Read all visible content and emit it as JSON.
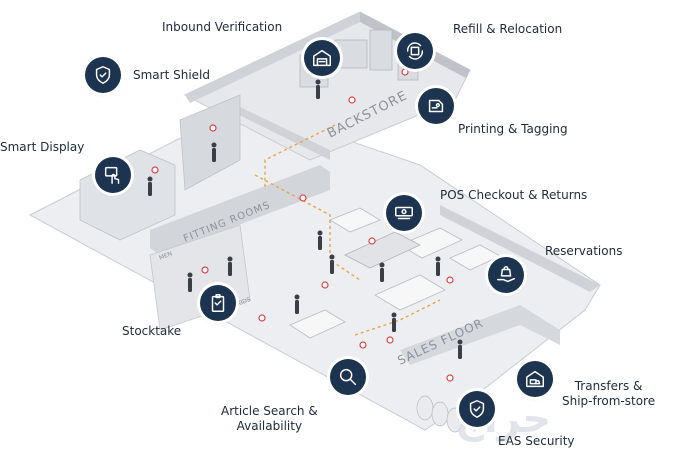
{
  "colors": {
    "accent": "#1d3450",
    "floor": "#f1f2f4",
    "wall": "#d5d8dd",
    "wall_dark": "#bfc3c9",
    "route": "#e8a54a",
    "pin": "#d9434a"
  },
  "zones": {
    "backstore": "BACKSTORE",
    "fitting_rooms": "FITTING ROOMS",
    "sales_floor": "SALES FLOOR",
    "kids": "KIDS",
    "men": "MEN"
  },
  "features": [
    {
      "id": "inbound-verification",
      "label": "Inbound Verification",
      "icon": "warehouse-icon"
    },
    {
      "id": "refill-relocation",
      "label": "Refill & Relocation",
      "icon": "box-cycle-icon"
    },
    {
      "id": "smart-shield",
      "label": "Smart Shield",
      "icon": "shield-check-icon"
    },
    {
      "id": "printing-tagging",
      "label": "Printing & Tagging",
      "icon": "tag-print-icon"
    },
    {
      "id": "smart-display",
      "label": "Smart Display",
      "icon": "touch-display-icon"
    },
    {
      "id": "pos-checkout",
      "label": "POS Checkout & Returns",
      "icon": "cash-register-icon"
    },
    {
      "id": "reservations",
      "label": "Reservations",
      "icon": "hand-bag-icon"
    },
    {
      "id": "stocktake",
      "label": "Stocktake",
      "icon": "clipboard-icon"
    },
    {
      "id": "transfers",
      "label": "Transfers &\nShip-from-store",
      "icon": "truck-warehouse-icon"
    },
    {
      "id": "article-search",
      "label": "Article Search &\nAvailability",
      "icon": "magnifier-icon"
    },
    {
      "id": "eas-security",
      "label": "EAS Security",
      "icon": "shield-check-icon"
    }
  ]
}
